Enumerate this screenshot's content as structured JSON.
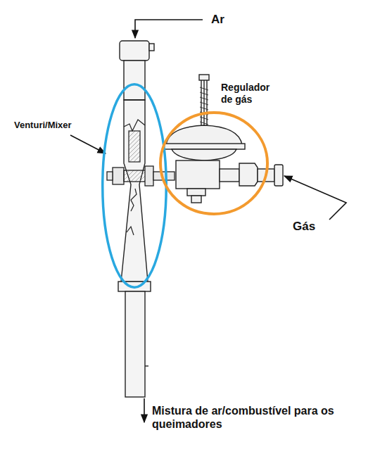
{
  "diagram": {
    "nodes": [
      {
        "text": [
          "Venturi/Mixer"
        ]
      },
      {
        "text": [
          "Regulador de gás"
        ]
      }
    ],
    "labels": [
      "Ar",
      "Gás",
      "Mistura de ar/combustível para os queimadores"
    ]
  }
}
